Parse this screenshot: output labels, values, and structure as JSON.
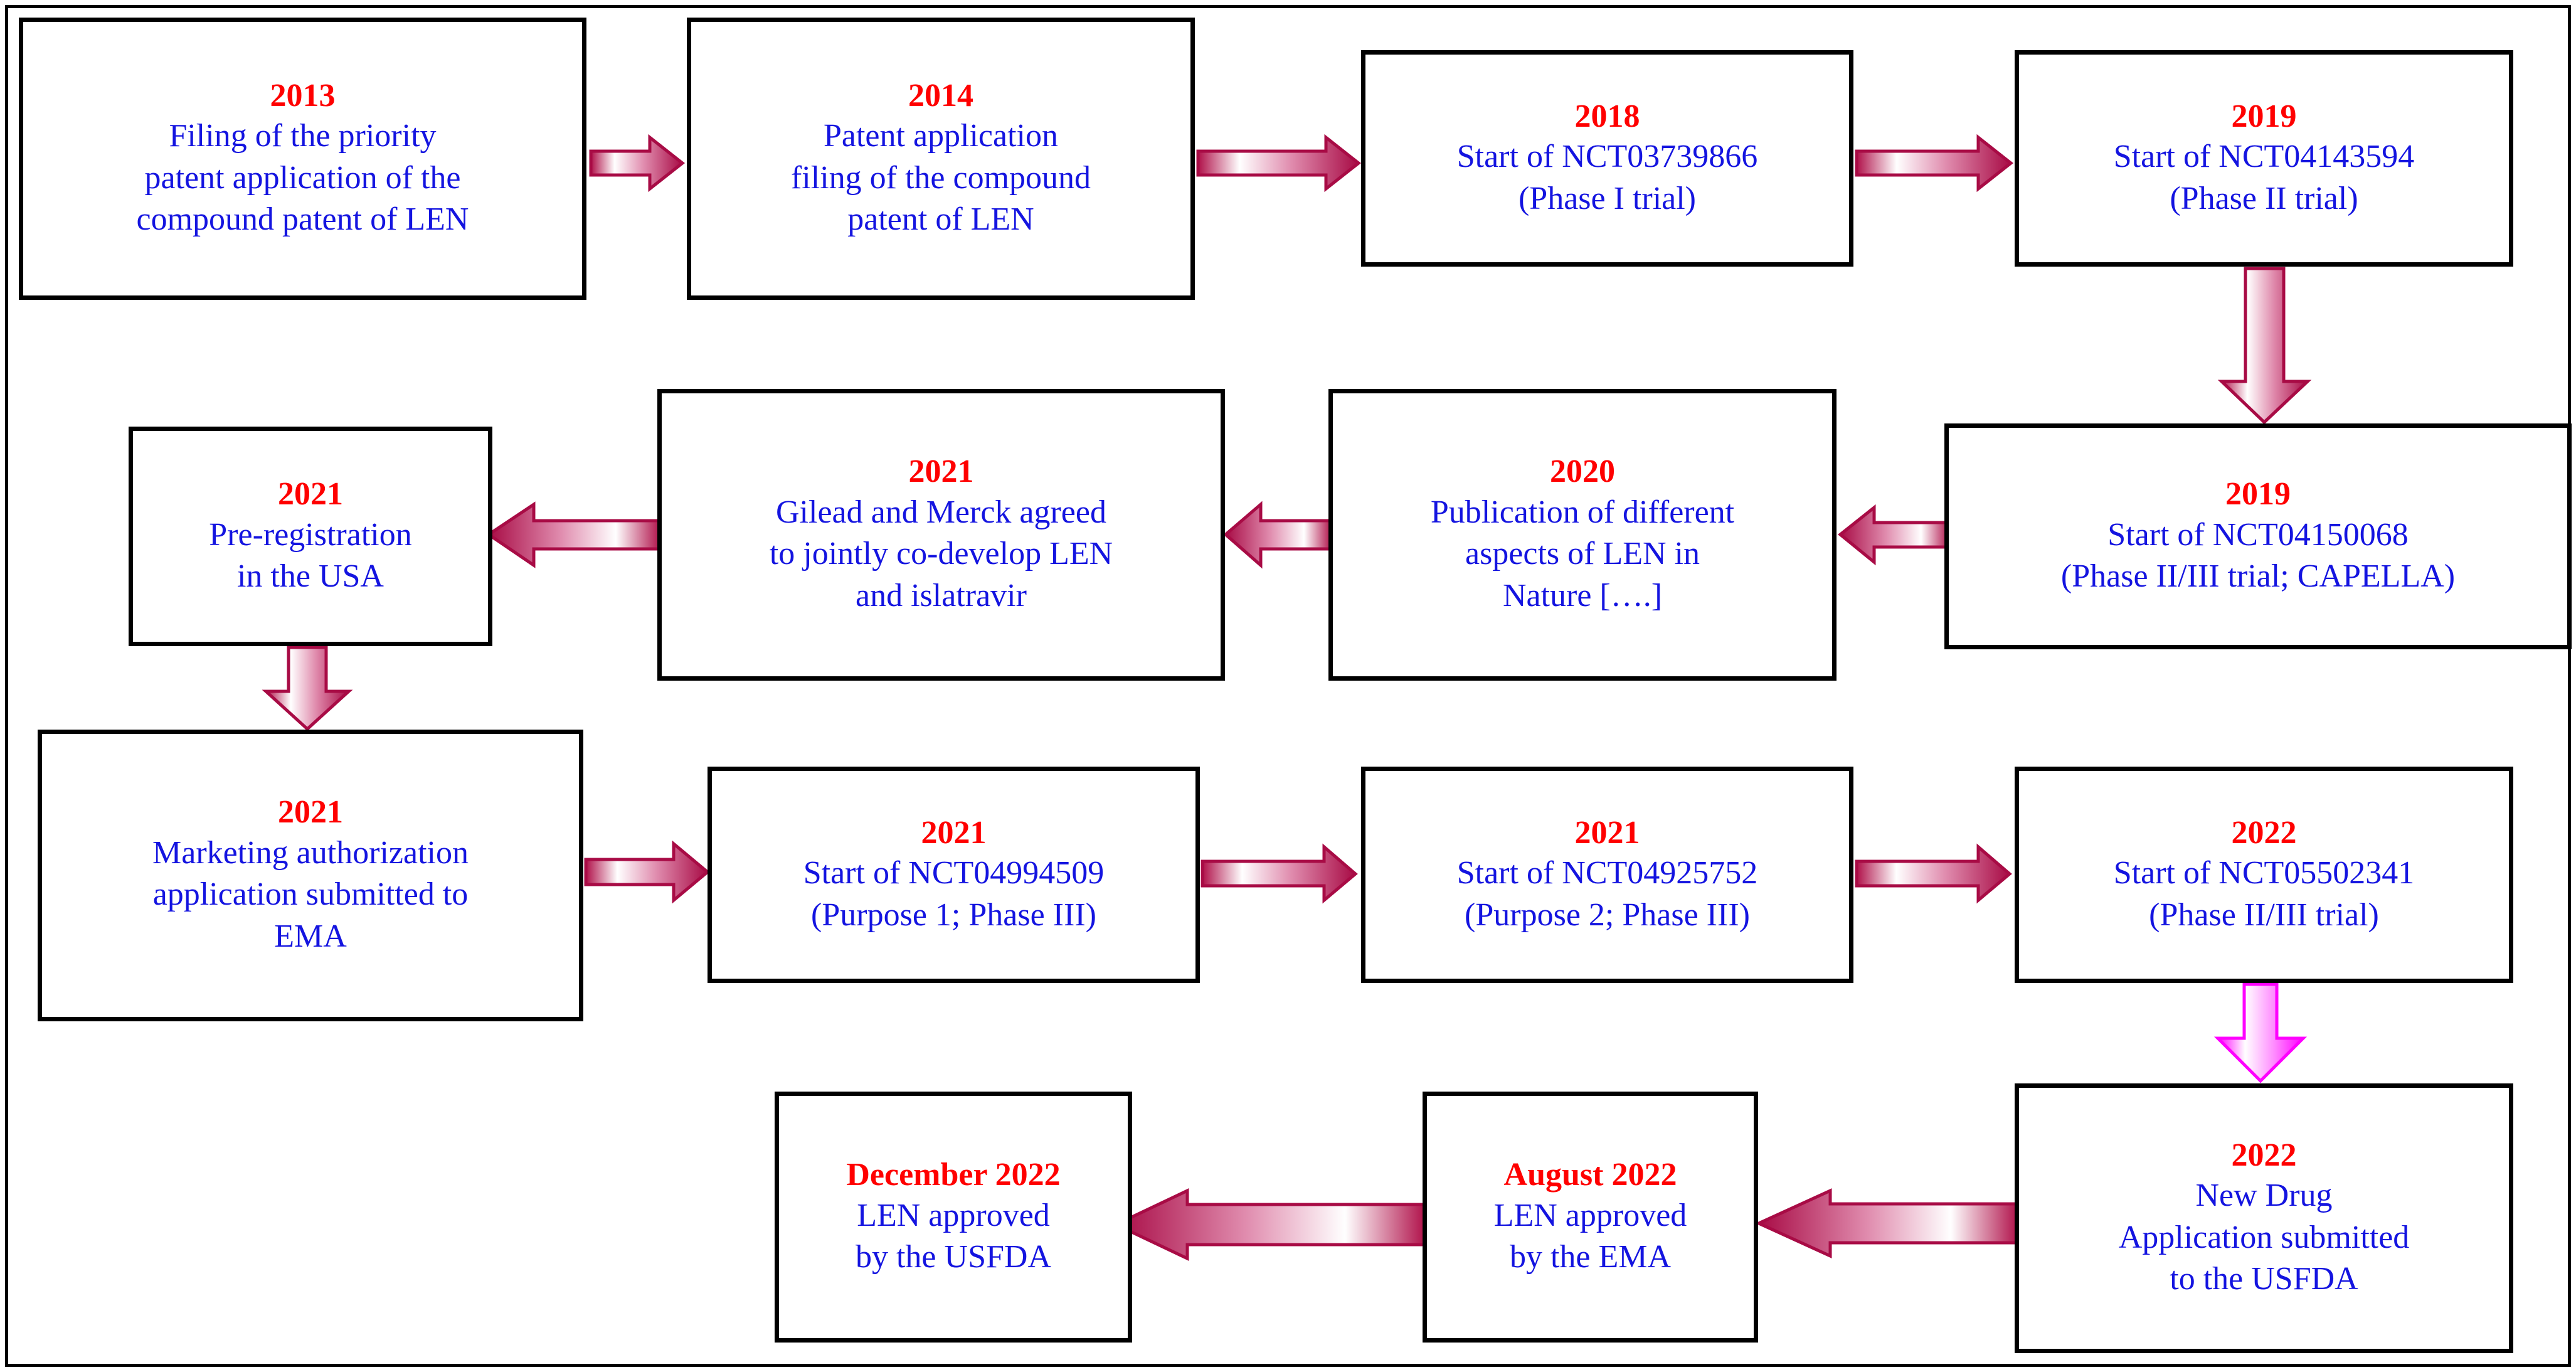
{
  "figure": {
    "type": "flowchart-timeline",
    "subject": "LEN (lenacapavir) development timeline",
    "colors": {
      "year_text": "#FF0000",
      "body_text": "#1414E0",
      "box_border": "#000000",
      "arrow_outline": "#A80B45",
      "arrow_fill_light": "#FFFFFF",
      "arrow_fill_dark": "#B01049",
      "arrow_magenta": "#FF00FF",
      "background": "#FFFFFF"
    }
  },
  "nodes": [
    {
      "id": "n1",
      "year": "2013",
      "lines": [
        "Filing of the priority",
        "patent application of the",
        "compound patent of LEN"
      ]
    },
    {
      "id": "n2",
      "year": "2014",
      "lines": [
        "Patent application",
        "filing of the compound",
        "patent of LEN"
      ]
    },
    {
      "id": "n3",
      "year": "2018",
      "lines": [
        "Start of NCT03739866",
        "(Phase I trial)"
      ]
    },
    {
      "id": "n4",
      "year": "2019",
      "lines": [
        "Start of NCT04143594",
        "(Phase II trial)"
      ]
    },
    {
      "id": "n5",
      "year": "2019",
      "lines": [
        "Start of NCT04150068",
        "(Phase II/III trial; CAPELLA)"
      ]
    },
    {
      "id": "n6",
      "year": "2020",
      "lines": [
        "Publication of different",
        "aspects of LEN in",
        "Nature [….]"
      ]
    },
    {
      "id": "n7",
      "year": "2021",
      "lines": [
        "Gilead and Merck agreed",
        "to jointly co-develop LEN",
        "and islatravir"
      ]
    },
    {
      "id": "n8",
      "year": "2021",
      "lines": [
        "Pre-registration",
        "in the USA"
      ]
    },
    {
      "id": "n9",
      "year": "2021",
      "lines": [
        "Marketing authorization",
        "application submitted to",
        "EMA"
      ]
    },
    {
      "id": "n10",
      "year": "2021",
      "lines": [
        "Start of NCT04994509",
        "(Purpose 1; Phase III)"
      ]
    },
    {
      "id": "n11",
      "year": "2021",
      "lines": [
        "Start of NCT04925752",
        "(Purpose 2; Phase III)"
      ]
    },
    {
      "id": "n12",
      "year": "2022",
      "lines": [
        "Start of NCT05502341",
        "(Phase II/III trial)"
      ]
    },
    {
      "id": "n13",
      "year": "2022",
      "lines": [
        "New Drug",
        "Application submitted",
        "to the USFDA"
      ]
    },
    {
      "id": "n14",
      "year": "August 2022",
      "lines": [
        "LEN approved",
        "by the EMA"
      ]
    },
    {
      "id": "n15",
      "year": "December 2022",
      "lines": [
        "LEN approved",
        "by the USFDA"
      ]
    }
  ],
  "edges": [
    {
      "id": "e1",
      "from": "n1",
      "to": "n2",
      "direction": "right",
      "color": "crimson"
    },
    {
      "id": "e2",
      "from": "n2",
      "to": "n3",
      "direction": "right",
      "color": "crimson"
    },
    {
      "id": "e3",
      "from": "n3",
      "to": "n4",
      "direction": "right",
      "color": "crimson"
    },
    {
      "id": "e4",
      "from": "n4",
      "to": "n5",
      "direction": "down",
      "color": "crimson"
    },
    {
      "id": "e5",
      "from": "n5",
      "to": "n6",
      "direction": "left",
      "color": "crimson"
    },
    {
      "id": "e6",
      "from": "n6",
      "to": "n7",
      "direction": "left",
      "color": "crimson"
    },
    {
      "id": "e7",
      "from": "n7",
      "to": "n8",
      "direction": "left",
      "color": "crimson"
    },
    {
      "id": "e8",
      "from": "n8",
      "to": "n9",
      "direction": "down",
      "color": "crimson"
    },
    {
      "id": "e9",
      "from": "n9",
      "to": "n10",
      "direction": "right",
      "color": "crimson"
    },
    {
      "id": "e10",
      "from": "n10",
      "to": "n11",
      "direction": "right",
      "color": "crimson"
    },
    {
      "id": "e11",
      "from": "n11",
      "to": "n12",
      "direction": "right",
      "color": "crimson"
    },
    {
      "id": "e12",
      "from": "n12",
      "to": "n13",
      "direction": "down",
      "color": "magenta"
    },
    {
      "id": "e13",
      "from": "n13",
      "to": "n14",
      "direction": "left",
      "color": "crimson"
    },
    {
      "id": "e14",
      "from": "n14",
      "to": "n15",
      "direction": "left",
      "color": "crimson"
    }
  ]
}
